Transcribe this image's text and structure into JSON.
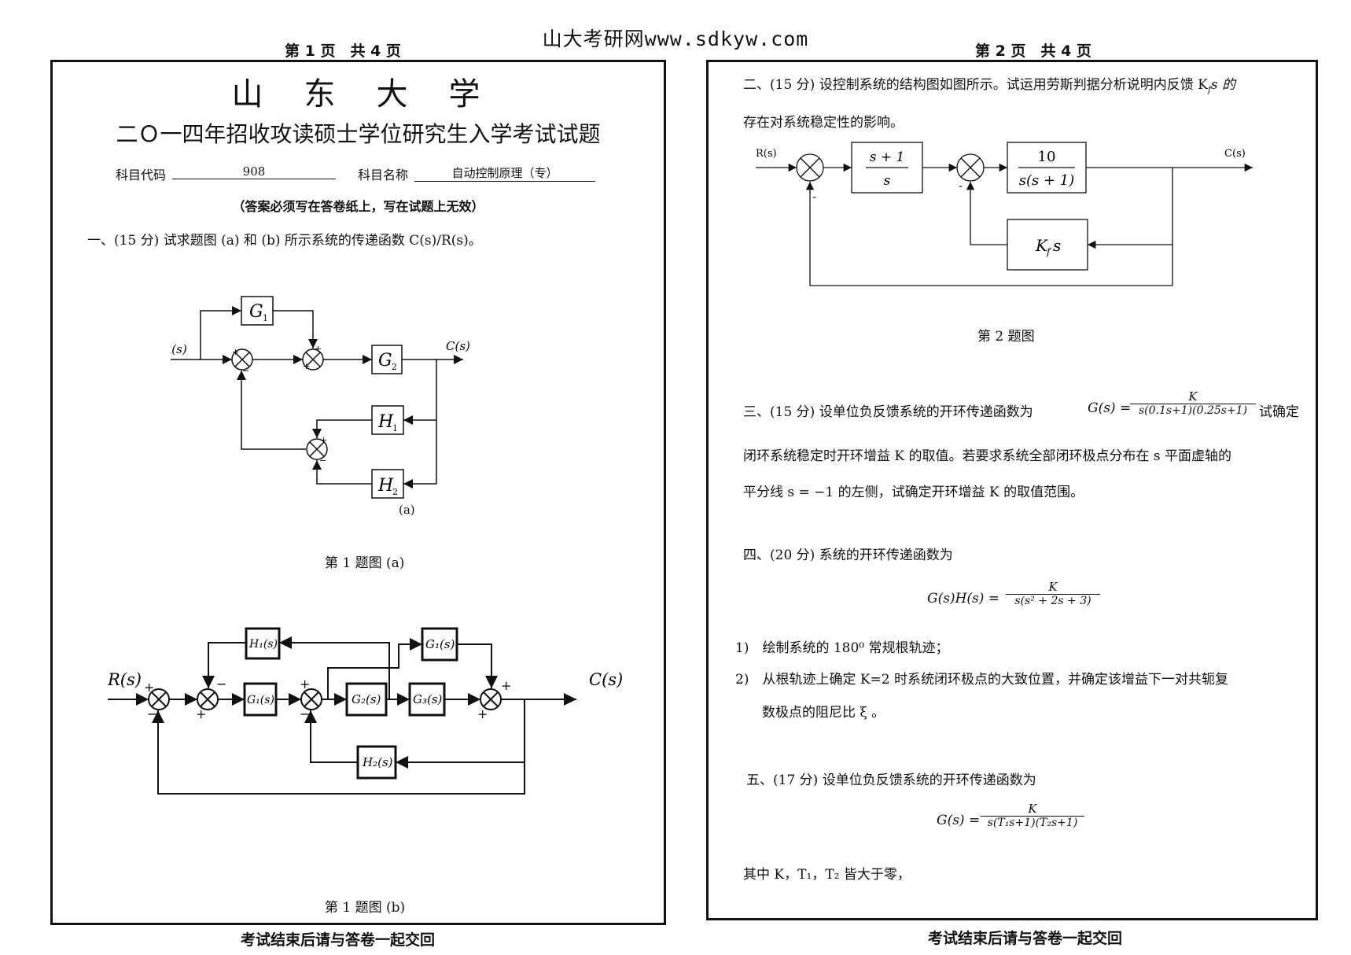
{
  "header": {
    "site": "山大考研网www.sdkyw.com",
    "left_page": "第 1 页　共 4 页",
    "right_page": "第 2 页　共 4 页"
  },
  "left": {
    "university": "山　东　大　学",
    "exam_title": "二Ｏ一四年招收攻读硕士学位研究生入学考试试题",
    "code_label": "科目代码",
    "code_value": "908",
    "name_label": "科目名称",
    "name_value": "自动控制原理（专）",
    "notice": "（答案必须写在答卷纸上，写在试题上无效）",
    "q1": "一、(15 分) 试求题图 (a) 和 (b) 所示系统的传递函数 C(s)/R(s)。",
    "fig_a_sub": "(a)",
    "fig_a_caption": "第 1 题图 (a)",
    "fig_b_caption": "第 1 题图 (b)",
    "diag_a": {
      "R": "R(s)",
      "C": "C(s)",
      "G1": "G",
      "G1sub": "1",
      "G2": "G",
      "G2sub": "2",
      "H1": "H",
      "H1sub": "1",
      "H2": "H",
      "H2sub": "2",
      "plus": "+",
      "minus": "−"
    },
    "diag_b": {
      "R": "R(s)",
      "C": "C(s)",
      "H1": "H₁(s)",
      "H2": "H₂(s)",
      "G1a": "G₁(s)",
      "G1b": "G₁(s)",
      "G2": "G₂(s)",
      "G3": "G₃(s)",
      "plus": "+",
      "minus": "−"
    }
  },
  "right": {
    "q2_line1": "二、(15 分) 设控制系统的结构图如图所示。试运用劳斯判据分析说明内反馈 K",
    "q2_kf_sub": "f",
    "q2_kf_s": "s 的",
    "q2_line2": "存在对系统稳定性的影响。",
    "diag2": {
      "R": "R(s)",
      "C": "C(s)",
      "b1_num": "s + 1",
      "b1_den": "s",
      "b2_num": "10",
      "b2_den": "s(s + 1)",
      "kf": "K",
      "kf_sub": "f",
      "kf_s": "s",
      "minus": "-"
    },
    "fig2_caption": "第 2 题图",
    "q3_pre": "三、(15 分) 设单位负反馈系统的开环传递函数为",
    "q3_g": "G(s) =",
    "q3_num": "K",
    "q3_den": "s(0.1s+1)(0.25s+1)",
    "q3_post": "试确定",
    "q3_line2": "闭环系统稳定时开环增益 K 的取值。若要求系统全部闭环极点分布在 s 平面虚轴的",
    "q3_line3": "平分线 s = −1 的左侧，试确定开环增益 K 的取值范围。",
    "q4": "四、(20 分) 系统的开环传递函数为",
    "q4_g": "G(s)H(s) =",
    "q4_num": "K",
    "q4_den": "s(s² + 2s + 3)",
    "q4_1": "1)　绘制系统的 180⁰ 常规根轨迹；",
    "q4_2": "2)　从根轨迹上确定 K=2 时系统闭环极点的大致位置，并确定该增益下一对共轭复",
    "q4_2b": "数极点的阻尼比 ξ 。",
    "q5": "五、(17 分) 设单位负反馈系统的开环传递函数为",
    "q5_g": "G(s) =",
    "q5_num": "K",
    "q5_den": "s(T₁s+1)(T₂s+1)",
    "q5_tail": "其中 K，T₁，T₂ 皆大于零，"
  },
  "footer": {
    "left": "考试结束后请与答卷一起交回",
    "right": "考试结束后请与答卷一起交回"
  }
}
